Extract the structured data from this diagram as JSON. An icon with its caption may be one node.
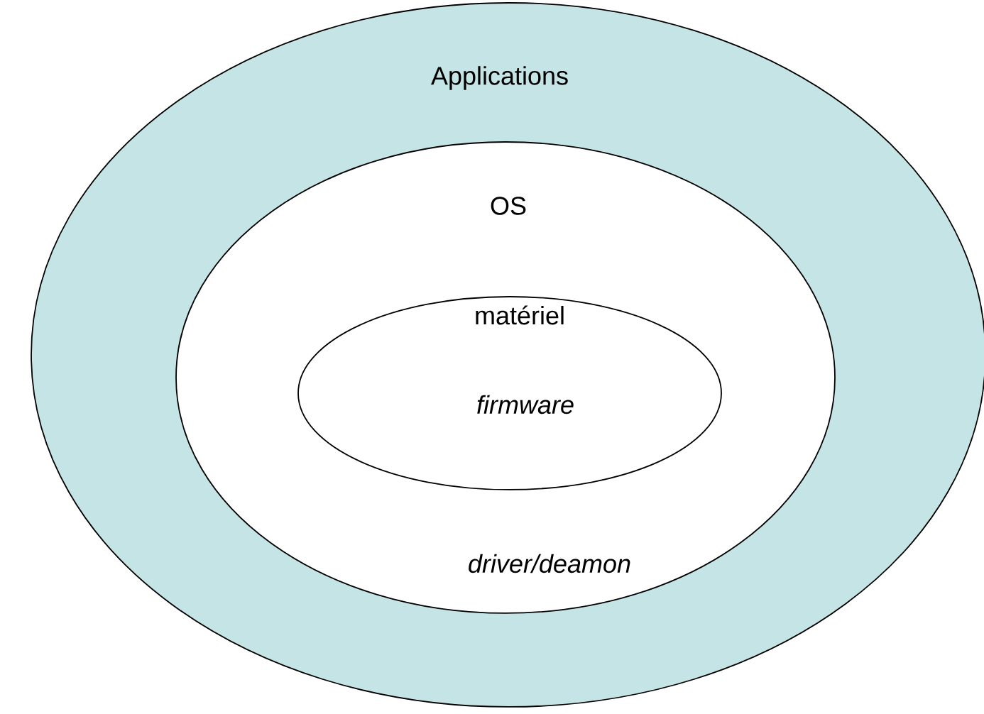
{
  "diagram": {
    "nodes": [
      {
        "text": [
          "Applications"
        ]
      },
      {
        "text": [
          "OS",
          "driver/deamon"
        ],
        "in": 0
      },
      {
        "text": [
          "matériel",
          "firmware"
        ],
        "in": 1
      }
    ]
  }
}
